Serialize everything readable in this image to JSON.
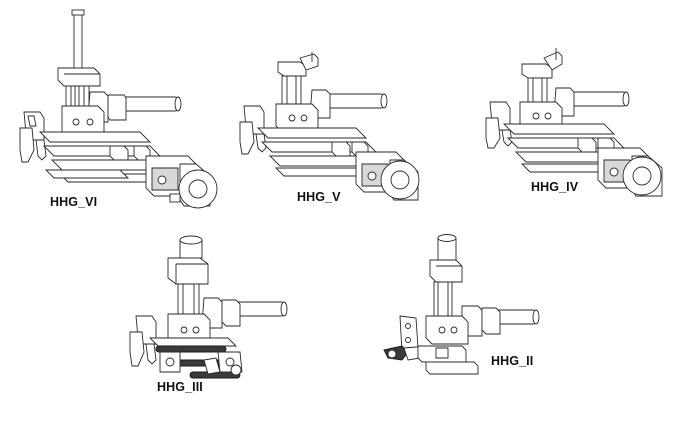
{
  "figure": {
    "labels": {
      "hhg_vi": "HHG_VI",
      "hhg_v": "HHG_V",
      "hhg_iv": "HHG_IV",
      "hhg_iii": "HHG_III",
      "hhg_ii": "HHG_II"
    }
  },
  "colors": {
    "line": "#2a2a2a",
    "shade": "#d8d8d8",
    "label": "#111111"
  }
}
